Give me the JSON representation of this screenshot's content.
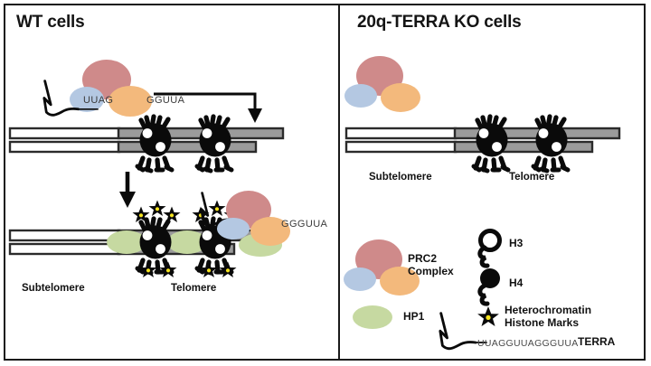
{
  "figure": {
    "kind": "scientific-diagram",
    "background": "#ffffff",
    "border_color": "#1a1a1a"
  },
  "panels": {
    "left": {
      "title": "WT cells",
      "labels": {
        "subtelomere": "Subtelomere",
        "telomere": "Telomere"
      },
      "rna_seq_left": "UUAG",
      "rna_seq_right": "GGUUA",
      "rna_seq_bottom": "GGGUUA"
    },
    "right": {
      "title": "20q-TERRA KO cells",
      "labels": {
        "subtelomere": "Subtelomere",
        "telomere": "Telomere"
      }
    }
  },
  "legend": {
    "items": [
      {
        "id": "prc2",
        "label": "PRC2\nComplex",
        "label_line1": "PRC2",
        "label_line2": "Complex",
        "icon": "prc2-complex-icon"
      },
      {
        "id": "hp1",
        "label": "HP1",
        "icon": "hp1-ellipse-icon"
      },
      {
        "id": "h3",
        "label": "H3",
        "icon": "histone-h3-icon"
      },
      {
        "id": "h4",
        "label": "H4",
        "icon": "histone-h4-icon"
      },
      {
        "id": "marks",
        "label_line1": "Heterochromatin",
        "label_line2": "Histone Marks",
        "icon": "heterochromatin-star-icon"
      },
      {
        "id": "terra",
        "label": "TERRA",
        "sequence": "UUAGGUUAGGGUUA",
        "icon": "terra-rna-icon"
      }
    ]
  },
  "colors": {
    "prc2_large": "#cf8a8a",
    "prc2_blue": "#b4c8e2",
    "prc2_orange": "#f3b97c",
    "hp1_green": "#c6d9a1",
    "histone_black": "#0a0a0a",
    "star_center": "#f5e31e",
    "dna_gray": "#9b9b9b",
    "dna_outline": "#2b2b2b",
    "text": "#111111"
  }
}
